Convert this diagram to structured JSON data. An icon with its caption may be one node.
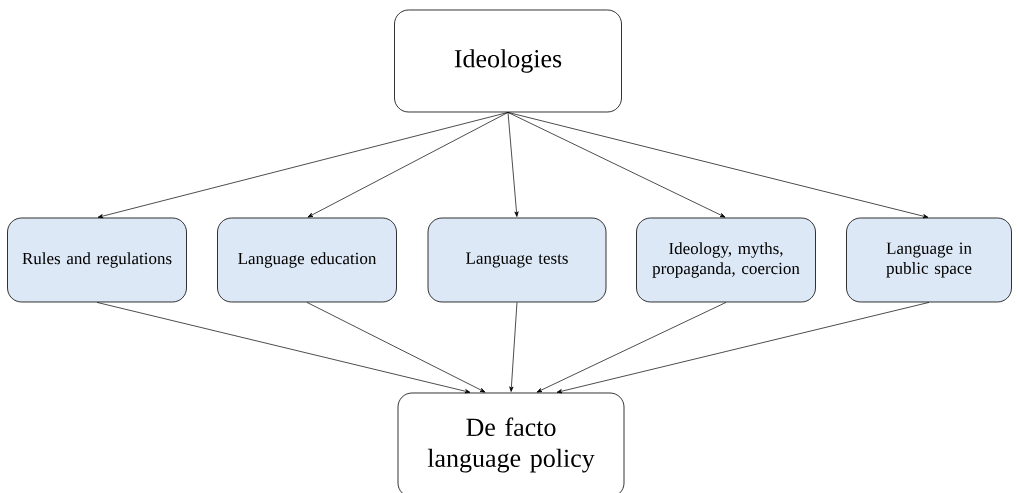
{
  "diagram": {
    "nodes": [
      {
        "text": [
          "Ideologies"
        ]
      },
      {
        "text": [
          "Rules and regulations"
        ]
      },
      {
        "text": [
          "Language education"
        ]
      },
      {
        "text": [
          "Language tests"
        ]
      },
      {
        "text": [
          "Ideology, myths, propaganda, coercion"
        ]
      },
      {
        "text": [
          "Language in public space"
        ]
      },
      {
        "text": [
          "De facto language policy"
        ]
      }
    ],
    "edges": [
      {
        "from": 0,
        "to": 1,
        "arrow": "to"
      },
      {
        "from": 0,
        "to": 2,
        "arrow": "to"
      },
      {
        "from": 0,
        "to": 3,
        "arrow": "to"
      },
      {
        "from": 0,
        "to": 4,
        "arrow": "to"
      },
      {
        "from": 0,
        "to": 5,
        "arrow": "to"
      },
      {
        "from": 1,
        "to": 6,
        "arrow": "to"
      },
      {
        "from": 2,
        "to": 6,
        "arrow": "to"
      },
      {
        "from": 3,
        "to": 6,
        "arrow": "to"
      },
      {
        "from": 4,
        "to": 6,
        "arrow": "to"
      },
      {
        "from": 5,
        "to": 6,
        "arrow": "to"
      }
    ]
  }
}
